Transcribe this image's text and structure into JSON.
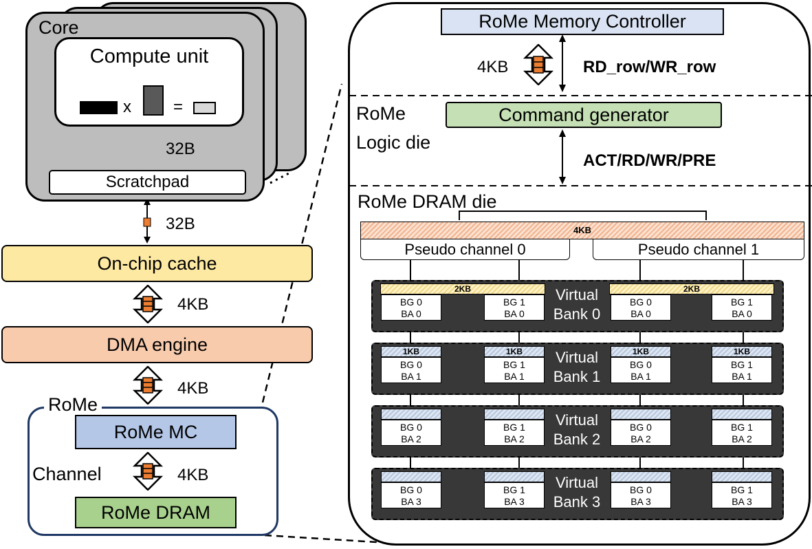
{
  "core": {
    "label": "Core",
    "compute_unit": "Compute unit",
    "times": "x",
    "equals": "=",
    "scratchpad": "Scratchpad"
  },
  "left": {
    "bw_core": "32B",
    "bw_cache": "32B",
    "on_chip_cache": "On-chip cache",
    "bw_dma": "4KB",
    "dma_engine": "DMA engine",
    "bw_rome": "4KB",
    "rome_group": "RoMe",
    "rome_mc": "RoMe MC",
    "channel": "Channel",
    "bw_channel": "4KB",
    "rome_dram": "RoMe DRAM"
  },
  "right": {
    "controller": "RoMe Memory Controller",
    "ctrl_bw": "4KB",
    "ctrl_cmd": "RD_row/WR_row",
    "logic_die": "RoMe",
    "logic_die_2": "Logic die",
    "command_generator": "Command generator",
    "gen_cmd": "ACT/RD/WR/PRE",
    "dram_die": "RoMe DRAM die",
    "row_buffer": "4KB",
    "pc0": "Pseudo channel 0",
    "pc1": "Pseudo channel 1",
    "half_buffer": "2KB",
    "quarter_buffer": "1KB",
    "banks": [
      {
        "name1": "Virtual",
        "name2": "Bank 0",
        "cells": [
          {
            "bg": "BG 0",
            "ba": "BA 0"
          },
          {
            "bg": "BG 1",
            "ba": "BA 0"
          },
          {
            "bg": "BG 0",
            "ba": "BA 0"
          },
          {
            "bg": "BG 1",
            "ba": "BA 0"
          }
        ]
      },
      {
        "name1": "Virtual",
        "name2": "Bank 1",
        "cells": [
          {
            "bg": "BG 0",
            "ba": "BA 1"
          },
          {
            "bg": "BG 1",
            "ba": "BA 1"
          },
          {
            "bg": "BG 0",
            "ba": "BA 1"
          },
          {
            "bg": "BG 1",
            "ba": "BA 1"
          }
        ]
      },
      {
        "name1": "Virtual",
        "name2": "Bank 2",
        "cells": [
          {
            "bg": "BG 0",
            "ba": "BA 2"
          },
          {
            "bg": "BG 1",
            "ba": "BA 2"
          },
          {
            "bg": "BG 0",
            "ba": "BA 2"
          },
          {
            "bg": "BG 1",
            "ba": "BA 2"
          }
        ]
      },
      {
        "name1": "Virtual",
        "name2": "Bank 3",
        "cells": [
          {
            "bg": "BG 0",
            "ba": "BA 3"
          },
          {
            "bg": "BG 1",
            "ba": "BA 3"
          },
          {
            "bg": "BG 0",
            "ba": "BA 3"
          },
          {
            "bg": "BG 1",
            "ba": "BA 3"
          }
        ]
      }
    ]
  },
  "colors": {
    "cache": "#fde9a2",
    "dma": "#f8cbad",
    "mc": "#b4c7e7",
    "dram": "#a9d18e",
    "controller": "#dae3f3",
    "generator": "#c5e0b4",
    "arrow_accent": "#ed7d31"
  }
}
